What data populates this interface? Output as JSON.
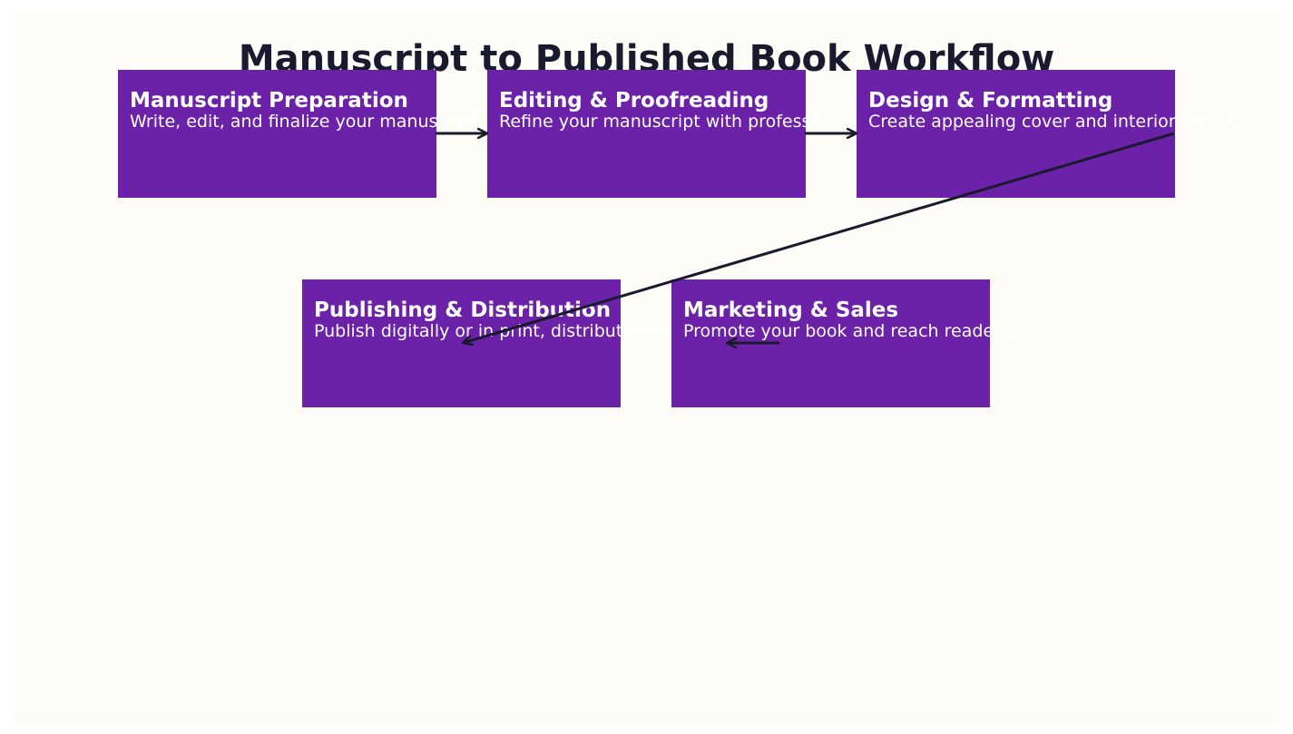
{
  "diagram": {
    "title": "Manuscript to Published Book Workflow",
    "nodes": [
      {
        "id": "manuscript",
        "title": "Manuscript Preparation",
        "description": "Write, edit, and finalize your manuscript."
      },
      {
        "id": "editing",
        "title": "Editing & Proofreading",
        "description": "Refine your manuscript with professional editing."
      },
      {
        "id": "design",
        "title": "Design & Formatting",
        "description": "Create appealing cover and interior layout."
      },
      {
        "id": "publishing",
        "title": "Publishing & Distribution",
        "description": "Publish digitally or in print, distribute worldwide."
      },
      {
        "id": "marketing",
        "title": "Marketing & Sales",
        "description": "Promote your book and reach readers."
      }
    ],
    "edges": [
      {
        "from": "manuscript",
        "to": "editing"
      },
      {
        "from": "editing",
        "to": "design"
      },
      {
        "from": "design",
        "to": "publishing"
      },
      {
        "from": "marketing",
        "to": "publishing"
      }
    ],
    "colors": {
      "node_fill": "#6b21a8",
      "node_text": "#ffffff",
      "edge": "#1a1a2e",
      "title": "#1a1a2e",
      "background": "#fefcf7"
    }
  }
}
